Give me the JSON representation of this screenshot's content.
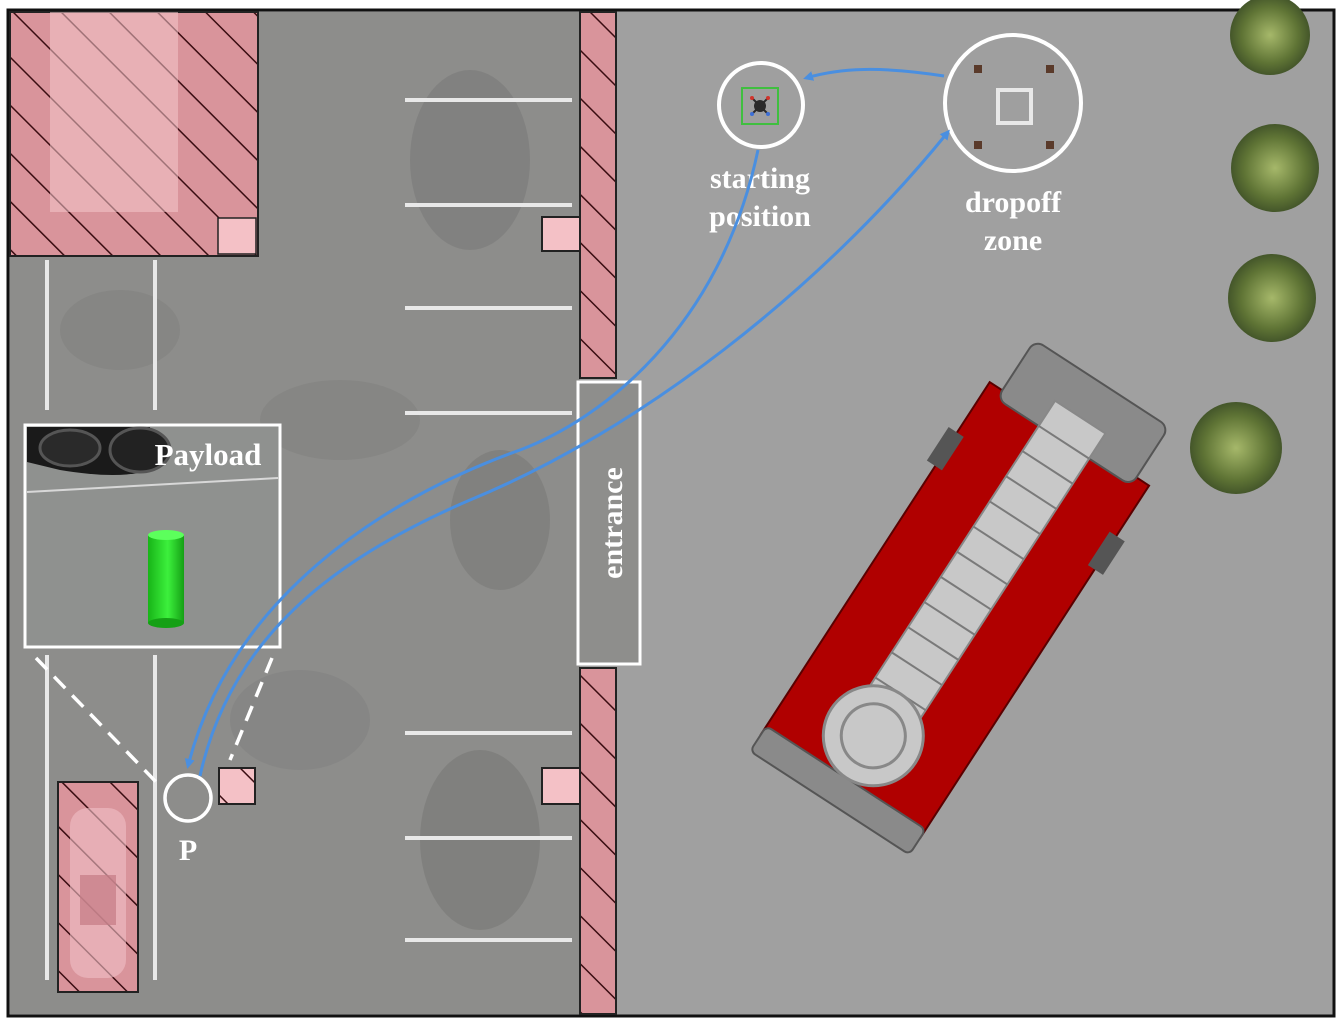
{
  "labels": {
    "starting_line1": "starting",
    "starting_line2": "position",
    "dropoff_line1": "dropoff",
    "dropoff_line2": "zone",
    "entrance": "entrance",
    "payload": "Payload",
    "pickup": "P"
  },
  "colors": {
    "asphalt": "#8c8c8a",
    "ground": "#a0a0a0",
    "hatch_fill": "#f2b8bd",
    "hatch_stroke": "#3a0d12",
    "path": "#4a8fe0",
    "payload_object": "#22dd22",
    "truck_body": "#b00000"
  },
  "icons": {
    "drone": "drone-icon",
    "tree": "tree-icon",
    "fire_truck": "fire-truck-icon",
    "car": "car-icon",
    "payload_object": "cylinder-icon"
  }
}
